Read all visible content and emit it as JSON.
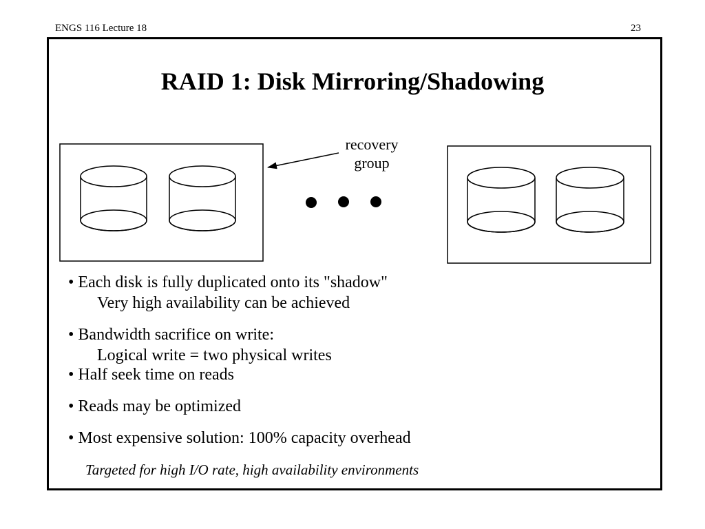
{
  "header": {
    "left": "ENGS 116  Lecture 18",
    "page_number": "23"
  },
  "slide": {
    "title": "RAID 1:  Disk Mirroring/Shadowing",
    "diagram": {
      "callout_line1": "recovery",
      "callout_line2": "group",
      "groups": [
        {
          "disks": 2
        },
        {
          "disks": 2
        }
      ]
    },
    "bullets": [
      {
        "text": "• Each disk is fully duplicated onto its \"shadow\"",
        "sub": "Very high availability can be achieved"
      },
      {
        "text": "• Bandwidth sacrifice on write:",
        "sub": "Logical write = two physical writes"
      },
      {
        "text": "• Half seek time on reads"
      },
      {
        "text": "• Reads may be optimized"
      },
      {
        "text": "• Most expensive solution: 100% capacity overhead"
      }
    ],
    "tagline": "Targeted for high I/O rate, high availability environments"
  }
}
